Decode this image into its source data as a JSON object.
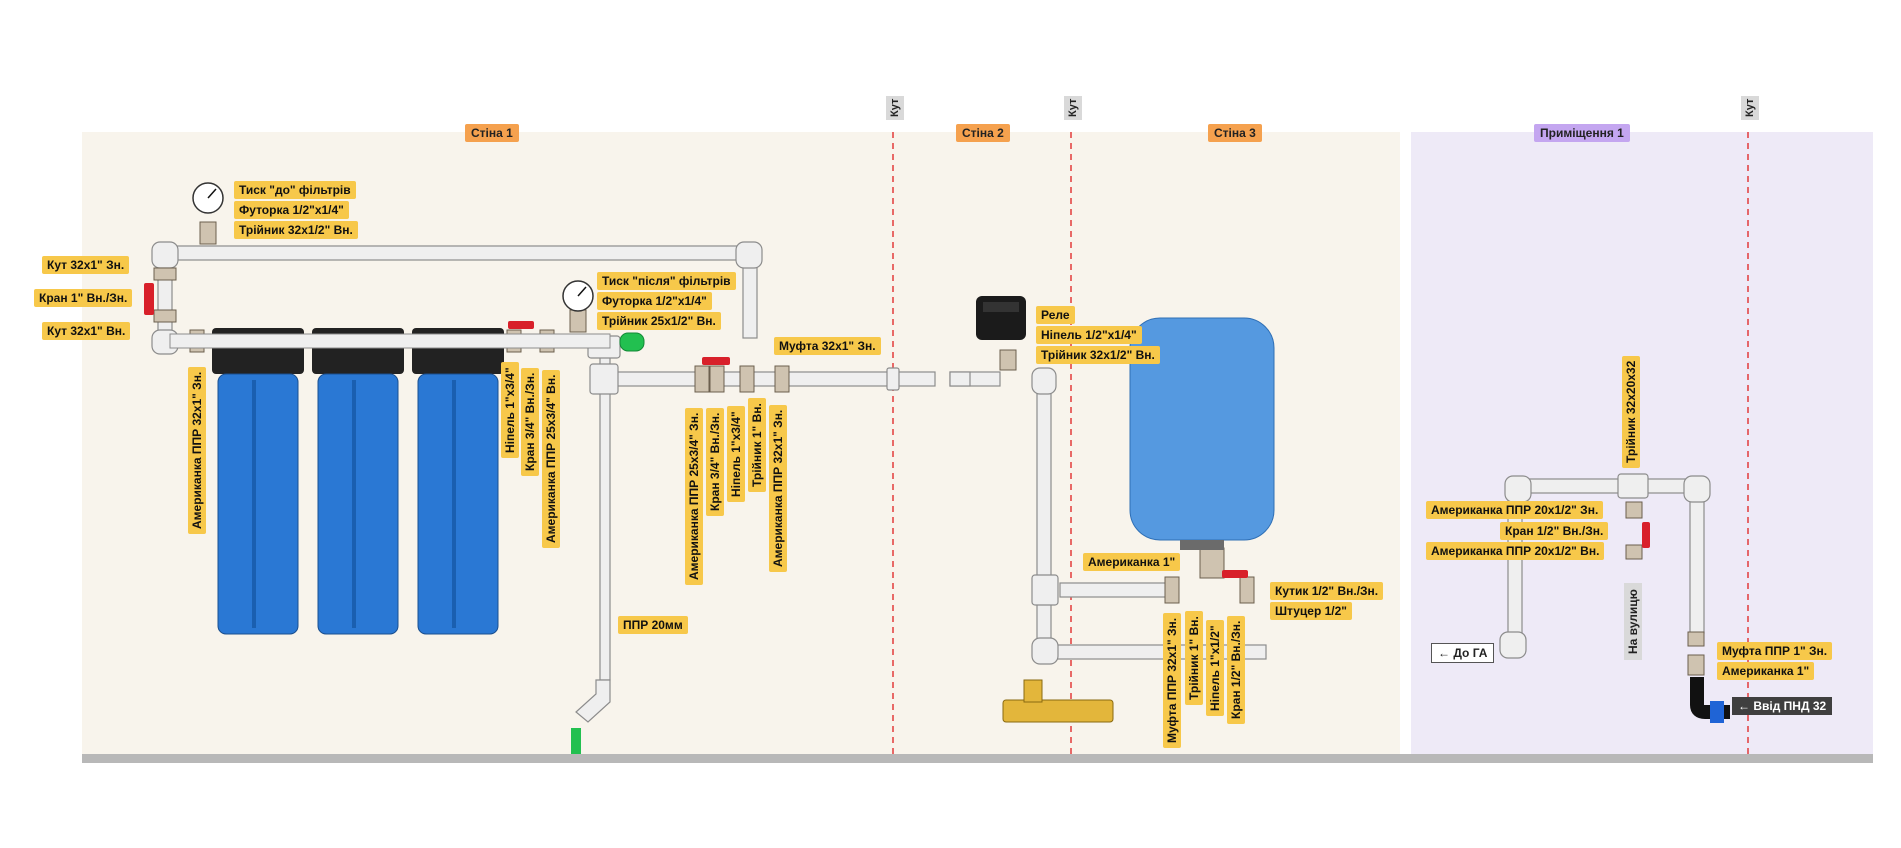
{
  "zones": {
    "wall1": "Стіна 1",
    "wall2": "Стіна 2",
    "wall3": "Стіна 3",
    "room1": "Приміщення 1"
  },
  "corner_label": "Кут",
  "colors": {
    "wall_bg": "#f8f4ec",
    "room_bg": "#eeeaf7",
    "floor": "#b8b8b8",
    "pipe": "#efefef",
    "pipe_stroke": "#8c8c8c",
    "filter_blue": "#2a78d4",
    "filter_cap": "#222222",
    "tank_blue": "#5599e0",
    "valve_red": "#d8202a",
    "label_bg": "#f7c84a",
    "green_cap": "#22c050",
    "corner_line": "#e23b3b"
  },
  "labels": {
    "gauge_before": "Тиск \"до\" фільтрів",
    "bushing_before": "Футорка 1/2\"х1/4\"",
    "tee_before": "Трійник 32х1/2\" Вн.",
    "elbow_top": "Кут 32х1\" Зн.",
    "valve_inlet": "Кран 1\" Вн./Зн.",
    "elbow_bottom": "Кут 32х1\" Вн.",
    "gauge_after": "Тиск \"після\" фільтрів",
    "bushing_after": "Футорка 1/2\"х1/4\"",
    "tee_after": "Трійник 25х1/2\" Вн.",
    "coupling_main": "Муфта 32х1\" Зн.",
    "relay": "Реле",
    "nipple_relay": "Нiпель 1/2\"х1/4\"",
    "tee_relay": "Трійник 32х1/2\" Вн.",
    "american_tank": "Американка 1\"",
    "angle_tank": "Кутик 1/2\" Вн./Зн.",
    "fitting_tank": "Штуцер 1/2\"",
    "ppr20": "ППР 20мм",
    "american_ppr_top": "Американка ППР 20х1/2\" Зн.",
    "valve_room": "Кран 1/2\" Вн./Зн.",
    "american_ppr_bottom": "Американка ППР 20х1/2\" Вн.",
    "coupling_ppr": "Муфта ППР 1\" Зн.",
    "american_room": "Американка 1\""
  },
  "vlabels": {
    "american_ppr_32": "Американка ППР 32х1\" Зн.",
    "nipple_1_34": "Нiпель 1\"х3/4\"",
    "valve_34": "Кран 3/4\" Вн./Зн.",
    "american_ppr_25": "Американка ППР 25х3/4\" Вн.",
    "american_ppr_25b": "Американка ППР 25х3/4\" Зн.",
    "valve_34b": "Кран 3/4\" Вн./Зн.",
    "nipple_1_34b": "Нiпель 1\"х3/4\"",
    "tee_1": "Трійник 1\" Вн.",
    "american_ppr_32b": "Американка ППР 32х1\" Зн.",
    "coupling_32": "Муфта ППР 32х1\" Зн.",
    "tee_1b": "Трійник 1\" Вн.",
    "nipple_1_12": "Нiпель 1\"х1/2\"",
    "valve_12": "Кран 1/2\" Вн./Зн.",
    "tee_32_20": "Трійник 32х20х32"
  },
  "tags": {
    "to_ga": "← До ГА",
    "to_street": "На вулицю",
    "inlet": "← Ввід ПНД 32"
  }
}
